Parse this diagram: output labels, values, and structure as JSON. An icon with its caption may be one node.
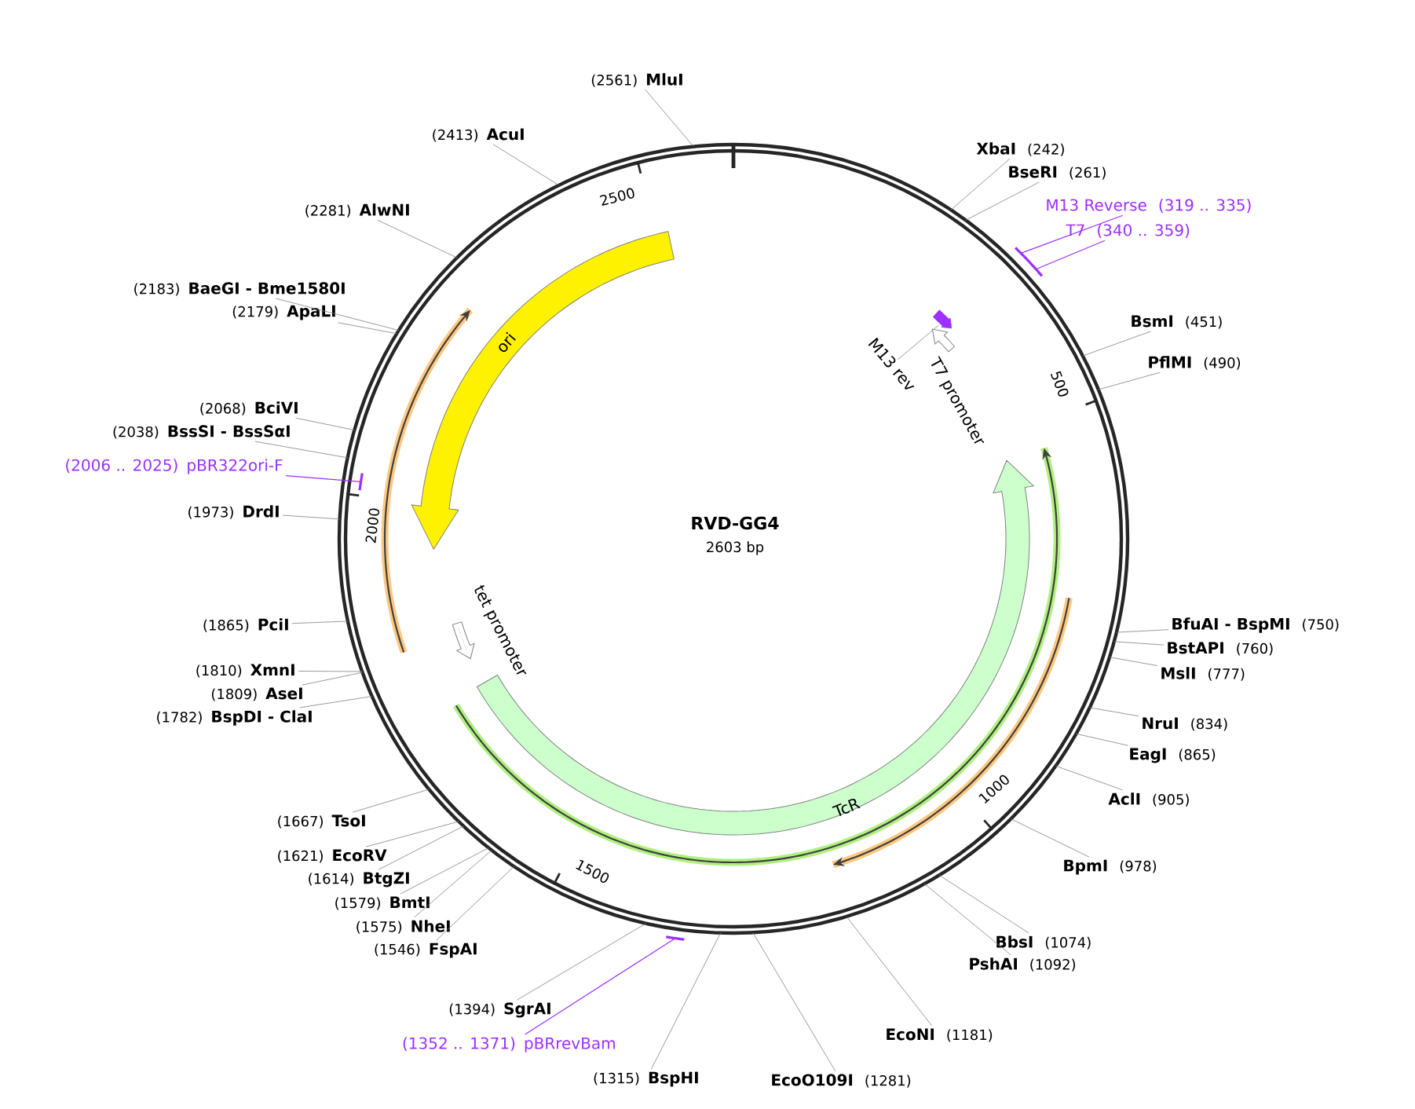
{
  "diagram": {
    "title": "RVD-GG4",
    "nodes": [
      {
        "text": [
          "(2561)",
          "MluI"
        ]
      },
      {
        "text": [
          "(2413)",
          "AcuI"
        ]
      },
      {
        "text": [
          "XbaI",
          "(242)"
        ]
      },
      {
        "text": [
          "BseRI",
          "(261)"
        ]
      },
      {
        "text": [
          "M13 Reverse",
          "(319 .. 335)"
        ]
      },
      {
        "text": [
          "T7",
          "(340 .. 359)"
        ]
      },
      {
        "text": [
          "(2281)",
          "AlwNI"
        ]
      },
      {
        "text": [
          "(2183)",
          "BaeGI - Bme1580I"
        ]
      },
      {
        "text": [
          "(2179)",
          "ApaLI"
        ]
      },
      {
        "text": [
          "BsmI",
          "(451)"
        ]
      },
      {
        "text": [
          "PflMI",
          "(490)"
        ]
      },
      {
        "text": [
          "(2068)",
          "BciVI"
        ]
      },
      {
        "text": [
          "(2038)",
          "BssSI - BssSαI"
        ]
      },
      {
        "text": [
          "(2006 .. 2025)",
          "pBR322ori-F"
        ]
      },
      {
        "text": [
          "(1973)",
          "DrdI"
        ]
      },
      {
        "text": [
          "(1865)",
          "PciI"
        ]
      },
      {
        "text": [
          "BfuAI - BspMI",
          "(750)"
        ]
      },
      {
        "text": [
          "BstAPI",
          "(760)"
        ]
      },
      {
        "text": [
          "MslI",
          "(777)"
        ]
      },
      {
        "text": [
          "(1810)",
          "XmnI"
        ]
      },
      {
        "text": [
          "(1809)",
          "AseI"
        ]
      },
      {
        "text": [
          "(1782)",
          "BspDI - ClaI"
        ]
      },
      {
        "text": [
          "NruI",
          "(834)"
        ]
      },
      {
        "text": [
          "EagI",
          "(865)"
        ]
      },
      {
        "text": [
          "AclI",
          "(905)"
        ]
      },
      {
        "text": [
          "(1667)",
          "TsoI"
        ]
      },
      {
        "text": [
          "(1621)",
          "EcoRV"
        ]
      },
      {
        "text": [
          "BpmI",
          "(978)"
        ]
      },
      {
        "text": [
          "(1614)",
          "BtgZI"
        ]
      },
      {
        "text": [
          "(1579)",
          "BmtI"
        ]
      },
      {
        "text": [
          "(1575)",
          "NheI"
        ]
      },
      {
        "text": [
          "(1546)",
          "FspAI"
        ]
      },
      {
        "text": [
          "BbsI",
          "(1074)"
        ]
      },
      {
        "text": [
          "PshAI",
          "(1092)"
        ]
      },
      {
        "text": [
          "(1394)",
          "SgrAI"
        ]
      },
      {
        "text": [
          "EcoNI",
          "(1181)"
        ]
      },
      {
        "text": [
          "(1352 .. 1371)",
          "pBRrevBam"
        ]
      },
      {
        "text": [
          "(1315)",
          "BspHI"
        ]
      },
      {
        "text": [
          "EcoO109I",
          "(1281)"
        ]
      },
      {
        "text": [
          "ori"
        ]
      },
      {
        "text": [
          "M13 rev"
        ]
      },
      {
        "text": [],
        "shape": "arrow"
      },
      {
        "text": [
          "T7 promoter"
        ]
      },
      {
        "text": [
          "tet promoter"
        ]
      },
      {
        "text": [
          "TcR"
        ]
      }
    ],
    "edges": [
      {
        "from": 0,
        "to": null,
        "arrow": "none"
      },
      {
        "from": 1,
        "to": null,
        "arrow": "none"
      },
      {
        "from": 2,
        "to": null,
        "arrow": "none"
      },
      {
        "from": 3,
        "to": null,
        "arrow": "none"
      },
      {
        "from": 4,
        "to": null,
        "arrow": "none",
        "color": "#9b30ff"
      },
      {
        "from": 5,
        "to": null,
        "arrow": "none",
        "color": "#9b30ff"
      },
      {
        "from": 6,
        "to": null,
        "arrow": "none"
      },
      {
        "from": 7,
        "to": null,
        "arrow": "none"
      },
      {
        "from": 8,
        "to": null,
        "arrow": "none"
      },
      {
        "from": 9,
        "to": null,
        "arrow": "none"
      },
      {
        "from": 10,
        "to": null,
        "arrow": "none"
      },
      {
        "from": 11,
        "to": null,
        "arrow": "none"
      },
      {
        "from": 12,
        "to": null,
        "arrow": "none"
      },
      {
        "from": 13,
        "to": null,
        "arrow": "none",
        "color": "#9b30ff"
      },
      {
        "from": 14,
        "to": null,
        "arrow": "none"
      },
      {
        "from": 15,
        "to": null,
        "arrow": "none"
      },
      {
        "from": 16,
        "to": null,
        "arrow": "none"
      },
      {
        "from": 17,
        "to": null,
        "arrow": "none"
      },
      {
        "from": 18,
        "to": null,
        "arrow": "none"
      },
      {
        "from": 19,
        "to": null,
        "arrow": "none"
      },
      {
        "from": 20,
        "to": null,
        "arrow": "none"
      },
      {
        "from": 21,
        "to": null,
        "arrow": "none"
      },
      {
        "from": 22,
        "to": null,
        "arrow": "none"
      },
      {
        "from": 23,
        "to": null,
        "arrow": "none"
      },
      {
        "from": 24,
        "to": null,
        "arrow": "none"
      },
      {
        "from": 25,
        "to": null,
        "arrow": "none"
      },
      {
        "from": 26,
        "to": null,
        "arrow": "none"
      },
      {
        "from": 27,
        "to": null,
        "arrow": "none"
      },
      {
        "from": 28,
        "to": null,
        "arrow": "none"
      },
      {
        "from": 29,
        "to": null,
        "arrow": "none"
      },
      {
        "from": 30,
        "to": null,
        "arrow": "none"
      },
      {
        "from": 31,
        "to": null,
        "arrow": "none"
      },
      {
        "from": 32,
        "to": null,
        "arrow": "none"
      },
      {
        "from": 33,
        "to": null,
        "arrow": "none"
      },
      {
        "from": 34,
        "to": null,
        "arrow": "none"
      },
      {
        "from": 35,
        "to": null,
        "arrow": "none"
      },
      {
        "from": 36,
        "to": null,
        "arrow": "none",
        "color": "#9b30ff"
      },
      {
        "from": 37,
        "to": null,
        "arrow": "none"
      },
      {
        "from": 38,
        "to": null,
        "arrow": "none"
      },
      {
        "from": 40,
        "to": 41,
        "arrow": "none"
      }
    ],
    "labels": [
      "2500",
      "500",
      "2603 bp",
      "2000",
      "1000",
      "1500"
    ]
  }
}
